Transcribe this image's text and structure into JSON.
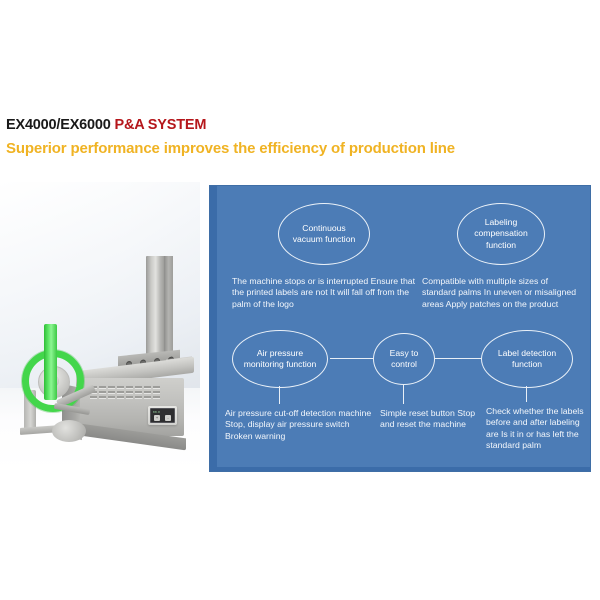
{
  "heading": {
    "model": "EX4000/EX6000",
    "system": "P&A SYSTEM",
    "subtitle": "Superior performance improves the efficiency of production line",
    "accent_color": "#b5161b",
    "subtitle_color": "#f0b323"
  },
  "photo": {
    "alt_name": "ex-series-print-and-apply-labeling-machine",
    "display_value": "88.8",
    "display_button_left": "+",
    "display_button_right": "-"
  },
  "panel": {
    "background_color": "#4c7cb6",
    "nodes": [
      {
        "id": "vacuum",
        "label": "Continuous vacuum function"
      },
      {
        "id": "labeling",
        "label": "Labeling compensation function"
      },
      {
        "id": "airpress",
        "label": "Air pressure monitoring function"
      },
      {
        "id": "easy",
        "label": "Easy to control"
      },
      {
        "id": "labeldet",
        "label": "Label detection function"
      }
    ],
    "notes": [
      {
        "id": "vacuum",
        "text": "The machine stops or is interrupted Ensure that the printed labels are not It will fall off from the palm of the logo"
      },
      {
        "id": "labeling",
        "text": "Compatible with multiple sizes of standard palms In uneven or misaligned areas Apply patches on the product"
      },
      {
        "id": "airpress",
        "text": "Air pressure cut-off detection machine Stop, display air pressure switch Broken warning"
      },
      {
        "id": "easy",
        "text": "Simple reset button Stop and reset the machine"
      },
      {
        "id": "labeldet",
        "text": "Check whether the labels before and after labeling are Is it in or has left the standard palm"
      }
    ]
  }
}
